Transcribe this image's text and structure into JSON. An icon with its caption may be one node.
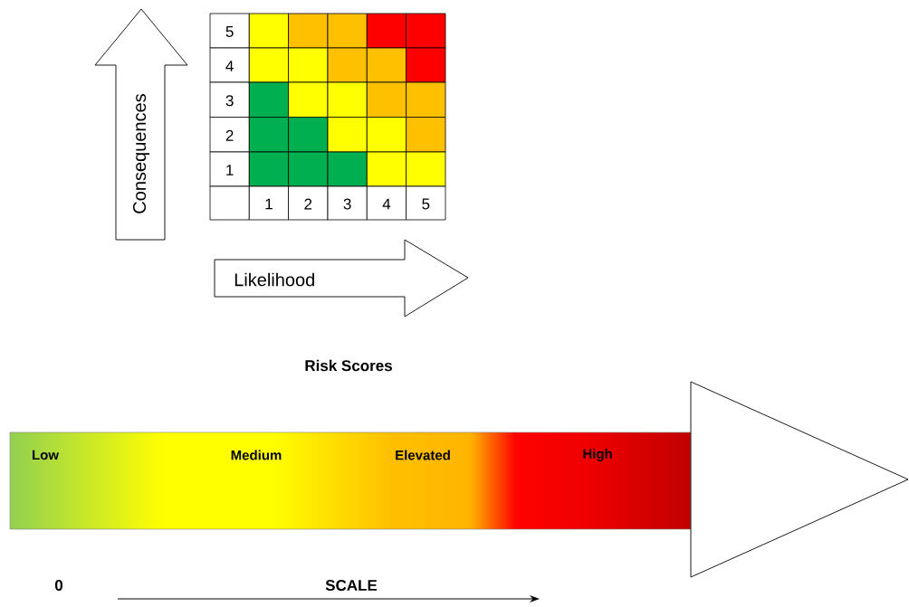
{
  "diagram": {
    "title": "Risk Scores",
    "nodes": [
      {
        "text": [
          "Consequences"
        ]
      },
      {
        "text": [
          "Likelihood"
        ]
      },
      {
        "text": [
          "Low",
          "Medium",
          "Elevated",
          "High"
        ]
      }
    ],
    "labels": [
      "5",
      "4",
      "3",
      "2",
      "1",
      "1",
      "2",
      "3",
      "4",
      "5",
      "0",
      "SCALE"
    ]
  }
}
